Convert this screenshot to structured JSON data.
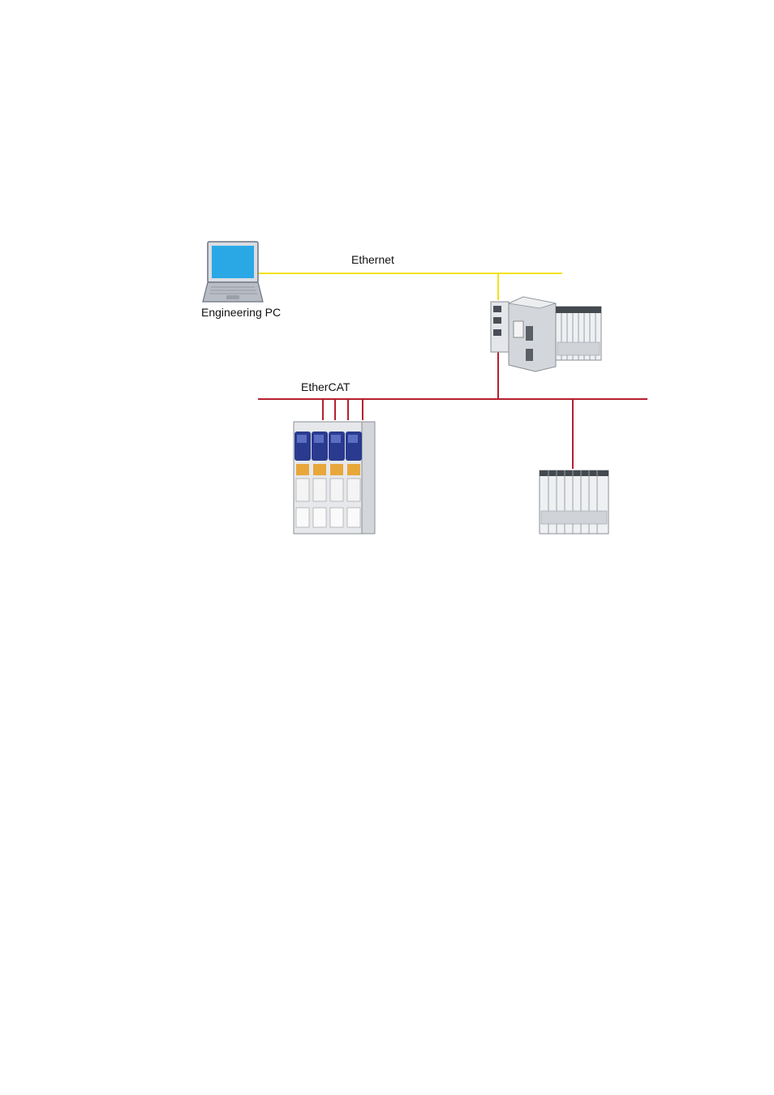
{
  "labels": {
    "ethernet": "Ethernet",
    "ethercat": "EtherCAT",
    "engineering_pc": "Engineering PC"
  },
  "colors": {
    "ethernet_line": "#f2e21a",
    "ethercat_line": "#b5202e",
    "laptop_screen": "#2aa8e6",
    "drive_blue": "#2a3b8f",
    "module_orange": "#e8a73a"
  },
  "icons": [
    "laptop-icon",
    "controller-device",
    "servo-drive-device",
    "io-module-device"
  ]
}
